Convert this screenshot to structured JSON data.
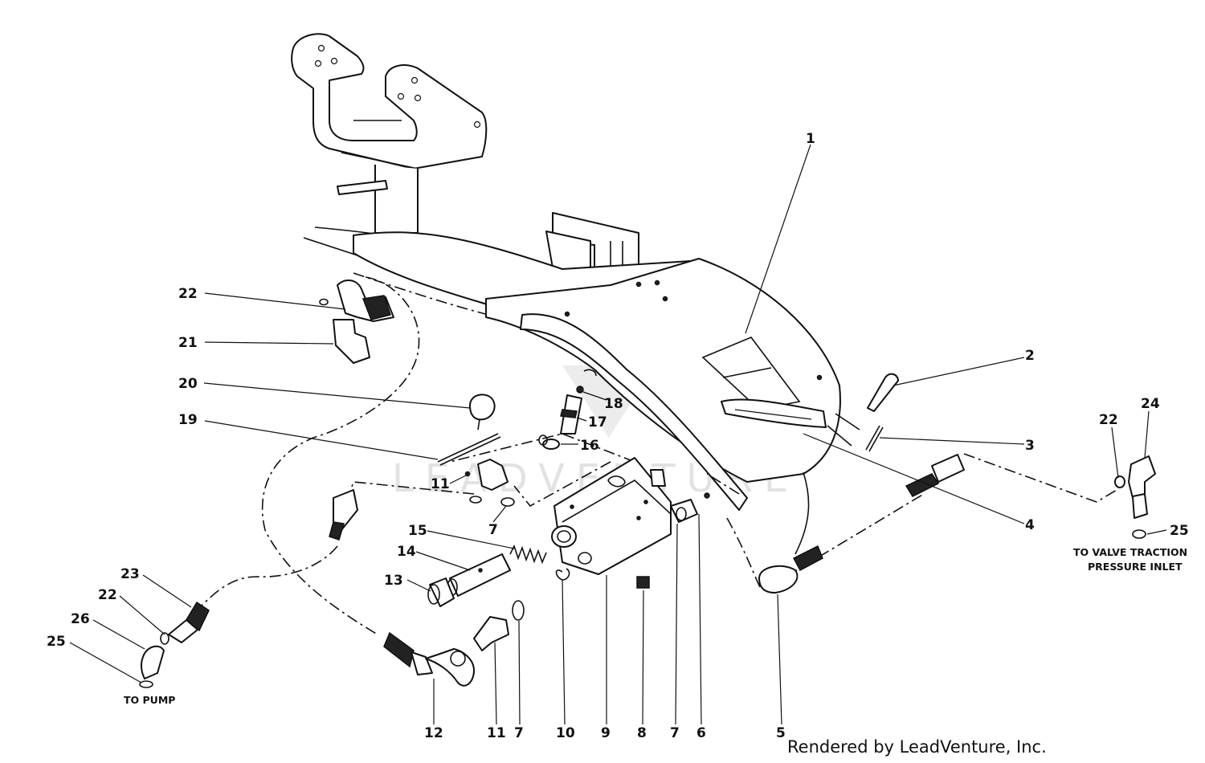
{
  "callouts": [
    {
      "id": "c1",
      "text": "1"
    },
    {
      "id": "c2",
      "text": "2"
    },
    {
      "id": "c3",
      "text": "3"
    },
    {
      "id": "c4",
      "text": "4"
    },
    {
      "id": "c5",
      "text": "5"
    },
    {
      "id": "c6",
      "text": "6"
    },
    {
      "id": "c7a",
      "text": "7"
    },
    {
      "id": "c7b",
      "text": "7"
    },
    {
      "id": "c7c",
      "text": "7"
    },
    {
      "id": "c8",
      "text": "8"
    },
    {
      "id": "c9",
      "text": "9"
    },
    {
      "id": "c10",
      "text": "10"
    },
    {
      "id": "c11a",
      "text": "11"
    },
    {
      "id": "c11b",
      "text": "11"
    },
    {
      "id": "c12",
      "text": "12"
    },
    {
      "id": "c13",
      "text": "13"
    },
    {
      "id": "c14",
      "text": "14"
    },
    {
      "id": "c15",
      "text": "15"
    },
    {
      "id": "c16",
      "text": "16"
    },
    {
      "id": "c17",
      "text": "17"
    },
    {
      "id": "c18",
      "text": "18"
    },
    {
      "id": "c19",
      "text": "19"
    },
    {
      "id": "c20",
      "text": "20"
    },
    {
      "id": "c21",
      "text": "21"
    },
    {
      "id": "c22a",
      "text": "22"
    },
    {
      "id": "c22b",
      "text": "22"
    },
    {
      "id": "c22c",
      "text": "22"
    },
    {
      "id": "c23",
      "text": "23"
    },
    {
      "id": "c24",
      "text": "24"
    },
    {
      "id": "c25a",
      "text": "25"
    },
    {
      "id": "c25b",
      "text": "25"
    },
    {
      "id": "c26",
      "text": "26"
    }
  ],
  "notes": {
    "valve_line1": "TO VALVE TRACTION",
    "valve_line2": "PRESSURE INLET",
    "pump": "TO PUMP"
  },
  "watermark": "LEADVENTURE",
  "credit": "Rendered by LeadVenture, Inc."
}
